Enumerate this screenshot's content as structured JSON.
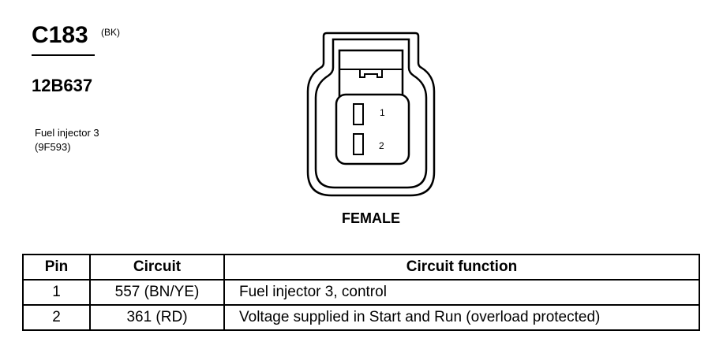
{
  "connector": {
    "id": "C183",
    "color_code": "(BK)",
    "part_number": "12B637",
    "description_line1": "Fuel injector 3",
    "description_line2": "(9F593)",
    "view": "FEMALE",
    "pin_labels": [
      "1",
      "2"
    ]
  },
  "table": {
    "headers": {
      "pin": "Pin",
      "circuit": "Circuit",
      "function": "Circuit function"
    },
    "rows": [
      {
        "pin": "1",
        "circuit": "557 (BN/YE)",
        "function": "Fuel injector 3, control"
      },
      {
        "pin": "2",
        "circuit": "361 (RD)",
        "function": "Voltage supplied in Start and Run (overload protected)"
      }
    ]
  }
}
